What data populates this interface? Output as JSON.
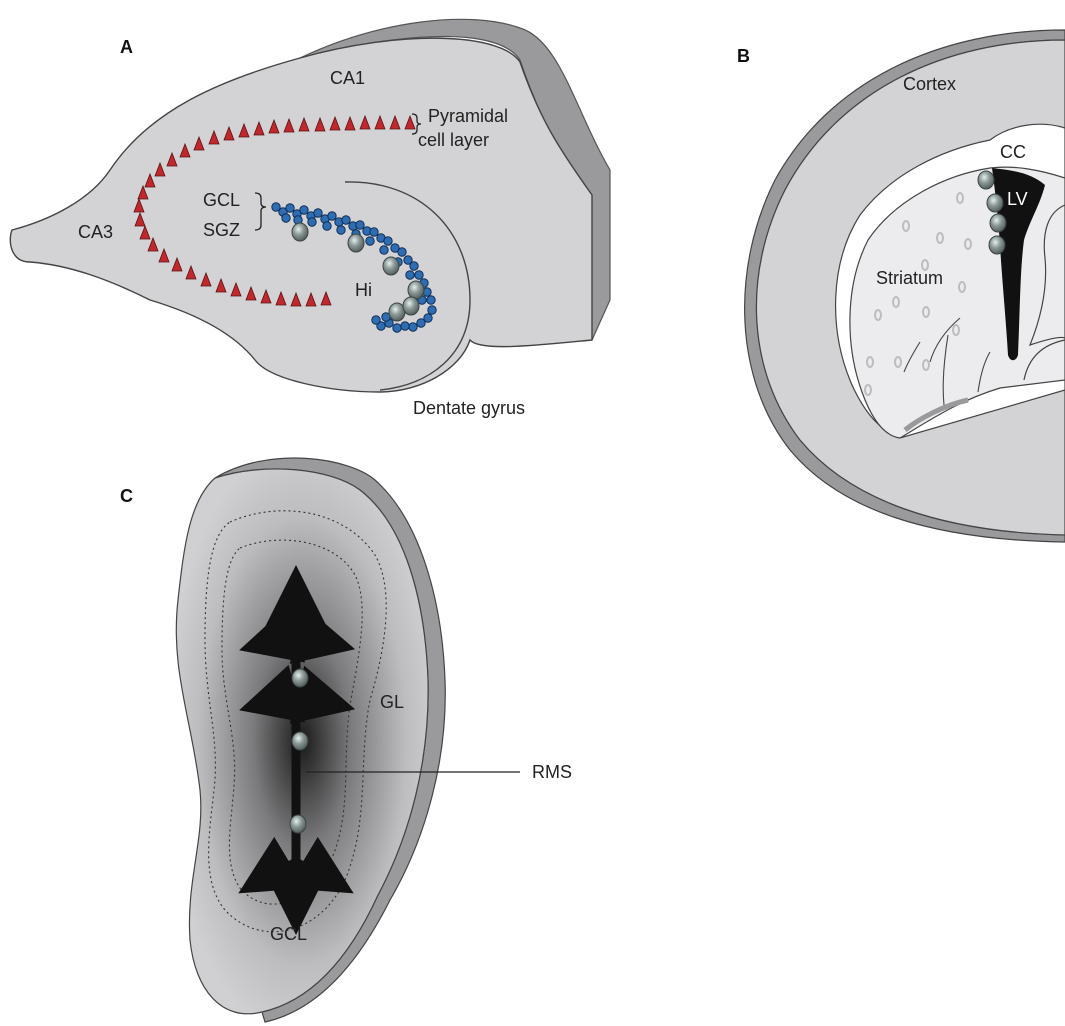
{
  "panels": {
    "a": {
      "letter": "A",
      "labels": {
        "ca1": "CA1",
        "ca3": "CA3",
        "pyramidal_line1": "Pyramidal",
        "pyramidal_line2": "cell layer",
        "gcl": "GCL",
        "sgz": "SGZ",
        "hi": "Hi",
        "dentate": "Dentate gyrus"
      }
    },
    "b": {
      "letter": "B",
      "labels": {
        "cortex": "Cortex",
        "cc": "CC",
        "lv": "LV",
        "striatum": "Striatum"
      }
    },
    "c": {
      "letter": "C",
      "labels": {
        "gl": "GL",
        "rms": "RMS",
        "gcl": "GCL"
      }
    }
  },
  "colors": {
    "tissue": "#d3d3d5",
    "tissue_edge": "#9a9a9d",
    "pyramidal_cell": "#c0282d",
    "granule_cell": "#2f6db3",
    "white_matter": "#ffffff",
    "striatum": "#ececee",
    "ventricle": "#111111"
  }
}
